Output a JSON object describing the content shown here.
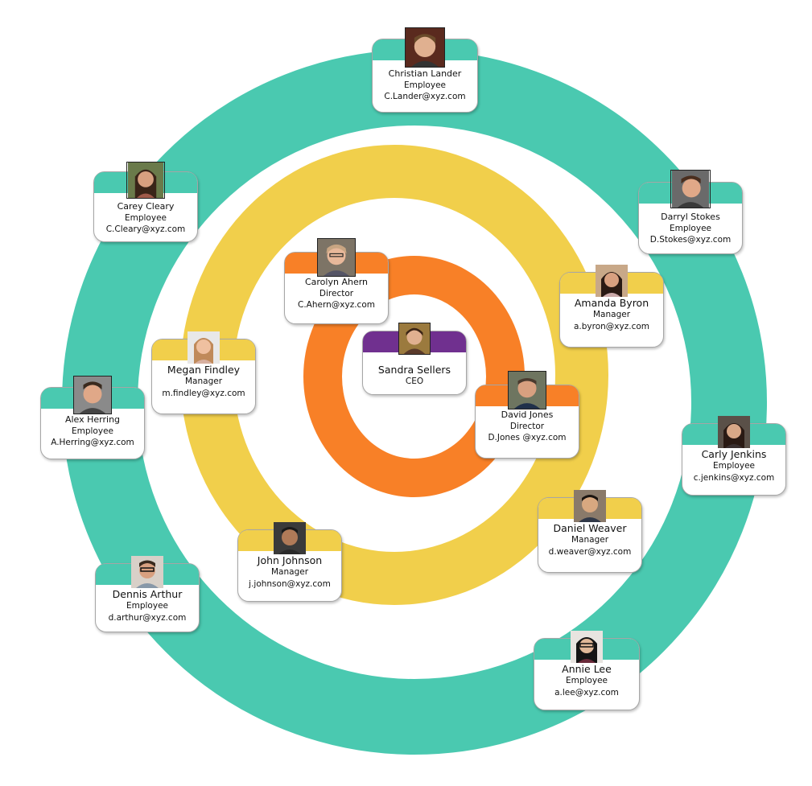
{
  "colors": {
    "ceo": "#70308f",
    "director": "#f88027",
    "manager": "#f1cf4b",
    "employee": "#4ac9b0",
    "card_border": "#a6a6a6"
  },
  "chart_data": {
    "type": "diagram",
    "title": "",
    "layout": "concentric-rings-org-chart",
    "rings": [
      {
        "level": "Director",
        "color": "#f88027"
      },
      {
        "level": "Manager",
        "color": "#f1cf4b"
      },
      {
        "level": "Employee",
        "color": "#4ac9b0"
      }
    ],
    "nodes": [
      {
        "name": "Sandra Sellers",
        "role": "CEO",
        "email": ""
      },
      {
        "name": "Carolyn Ahern",
        "role": "Director",
        "email": "C.Ahern@xyz.com"
      },
      {
        "name": "David Jones",
        "role": "Director",
        "email": "D.Jones @xyz.com"
      },
      {
        "name": "Amanda Byron",
        "role": "Manager",
        "email": "a.byron@xyz.com"
      },
      {
        "name": "Megan Findley",
        "role": "Manager",
        "email": "m.findley@xyz.com"
      },
      {
        "name": "John Johnson",
        "role": "Manager",
        "email": "j.johnson@xyz.com"
      },
      {
        "name": "Daniel Weaver",
        "role": "Manager",
        "email": "d.weaver@xyz.com"
      },
      {
        "name": "Christian Lander",
        "role": "Employee",
        "email": "C.Lander@xyz.com"
      },
      {
        "name": "Carey Cleary",
        "role": "Employee",
        "email": "C.Cleary@xyz.com"
      },
      {
        "name": "Darryl Stokes",
        "role": "Employee",
        "email": "D.Stokes@xyz.com"
      },
      {
        "name": "Alex Herring",
        "role": "Employee",
        "email": "A.Herring@xyz.com"
      },
      {
        "name": "Carly Jenkins",
        "role": "Employee",
        "email": "c.jenkins@xyz.com"
      },
      {
        "name": "Dennis Arthur",
        "role": "Employee",
        "email": "d.arthur@xyz.com"
      },
      {
        "name": "Annie Lee",
        "role": "Employee",
        "email": "a.lee@xyz.com"
      }
    ]
  },
  "cards": {
    "ceo": {
      "name": "Sandra Sellers",
      "role": "CEO"
    },
    "ahern": {
      "name": "Carolyn Ahern",
      "role": "Director",
      "email": "C.Ahern@xyz.com"
    },
    "jones": {
      "name": "David Jones",
      "role": "Director",
      "email": "D.Jones @xyz.com"
    },
    "byron": {
      "name": "Amanda Byron",
      "role": "Manager",
      "email": "a.byron@xyz.com"
    },
    "findley": {
      "name": "Megan Findley",
      "role": "Manager",
      "email": "m.findley@xyz.com"
    },
    "johnson": {
      "name": "John Johnson",
      "role": "Manager",
      "email": "j.johnson@xyz.com"
    },
    "weaver": {
      "name": "Daniel Weaver",
      "role": "Manager",
      "email": "d.weaver@xyz.com"
    },
    "lander": {
      "name": "Christian Lander",
      "role": "Employee",
      "email": "C.Lander@xyz.com"
    },
    "cleary": {
      "name": "Carey Cleary",
      "role": "Employee",
      "email": "C.Cleary@xyz.com"
    },
    "stokes": {
      "name": "Darryl Stokes",
      "role": "Employee",
      "email": "D.Stokes@xyz.com"
    },
    "herring": {
      "name": "Alex Herring",
      "role": "Employee",
      "email": "A.Herring@xyz.com"
    },
    "jenkins": {
      "name": "Carly Jenkins",
      "role": "Employee",
      "email": "c.jenkins@xyz.com"
    },
    "arthur": {
      "name": "Dennis Arthur",
      "role": "Employee",
      "email": "d.arthur@xyz.com"
    },
    "lee": {
      "name": "Annie Lee",
      "role": "Employee",
      "email": "a.lee@xyz.com"
    }
  }
}
